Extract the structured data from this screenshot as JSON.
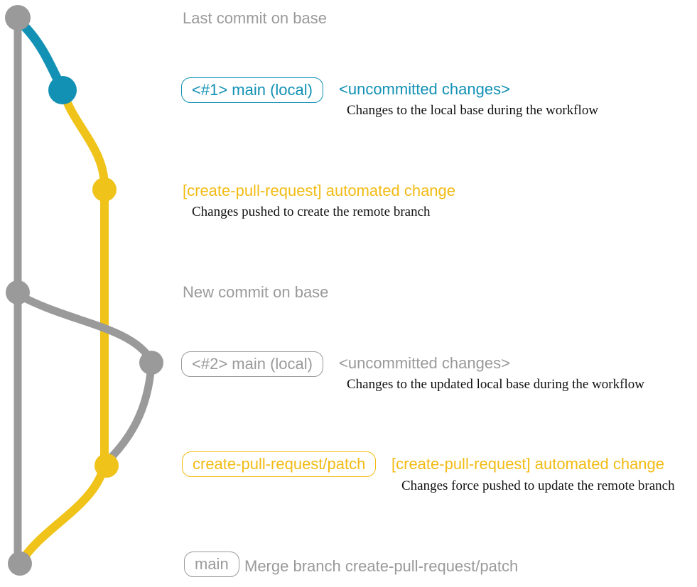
{
  "colors": {
    "gray": "#9A9A9A",
    "blue": "#1291B5",
    "yellow_line": "#EFC319",
    "yellow_text": "#F2BB13",
    "description_text": "#111111"
  },
  "annotations": {
    "last_commit": "Last commit on base",
    "new_commit": "New commit on base"
  },
  "row1": {
    "badge": "<#1> main (local)",
    "heading": "<uncommitted changes>",
    "desc": "Changes to the local base during the workflow"
  },
  "row2": {
    "heading": "[create-pull-request] automated change",
    "desc": "Changes pushed to create the remote branch"
  },
  "row3": {
    "badge": "<#2> main (local)",
    "heading": "<uncommitted changes>",
    "desc": "Changes to the updated local base during the workflow"
  },
  "row4": {
    "badge": "create-pull-request/patch",
    "heading": "[create-pull-request] automated change",
    "desc": "Changes force pushed to update the remote branch"
  },
  "row5": {
    "badge": "main",
    "heading": "Merge branch create-pull-request/patch"
  },
  "graph": {
    "commits": [
      {
        "name": "last-commit-on-base",
        "color": "gray"
      },
      {
        "name": "main-local-1-uncommitted",
        "color": "blue"
      },
      {
        "name": "automated-change-1",
        "color": "yellow"
      },
      {
        "name": "new-commit-on-base",
        "color": "gray"
      },
      {
        "name": "main-local-2-uncommitted",
        "color": "gray"
      },
      {
        "name": "automated-change-2",
        "color": "yellow"
      },
      {
        "name": "merge-commit-main",
        "color": "gray"
      }
    ]
  }
}
